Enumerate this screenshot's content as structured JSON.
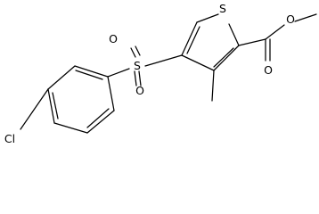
{
  "molecule": {
    "atom_labels": {
      "thiophene_sulfur": "S",
      "sulfonyl_sulfur": "S",
      "sulfonyl_oxygen_top": "O",
      "sulfonyl_oxygen_bottom": "O",
      "carbonyl_oxygen": "O",
      "ester_oxygen": "O",
      "chlorine": "Cl"
    },
    "colors": {
      "bond": "#000000",
      "label": "#000000",
      "background": "#ffffff"
    }
  }
}
